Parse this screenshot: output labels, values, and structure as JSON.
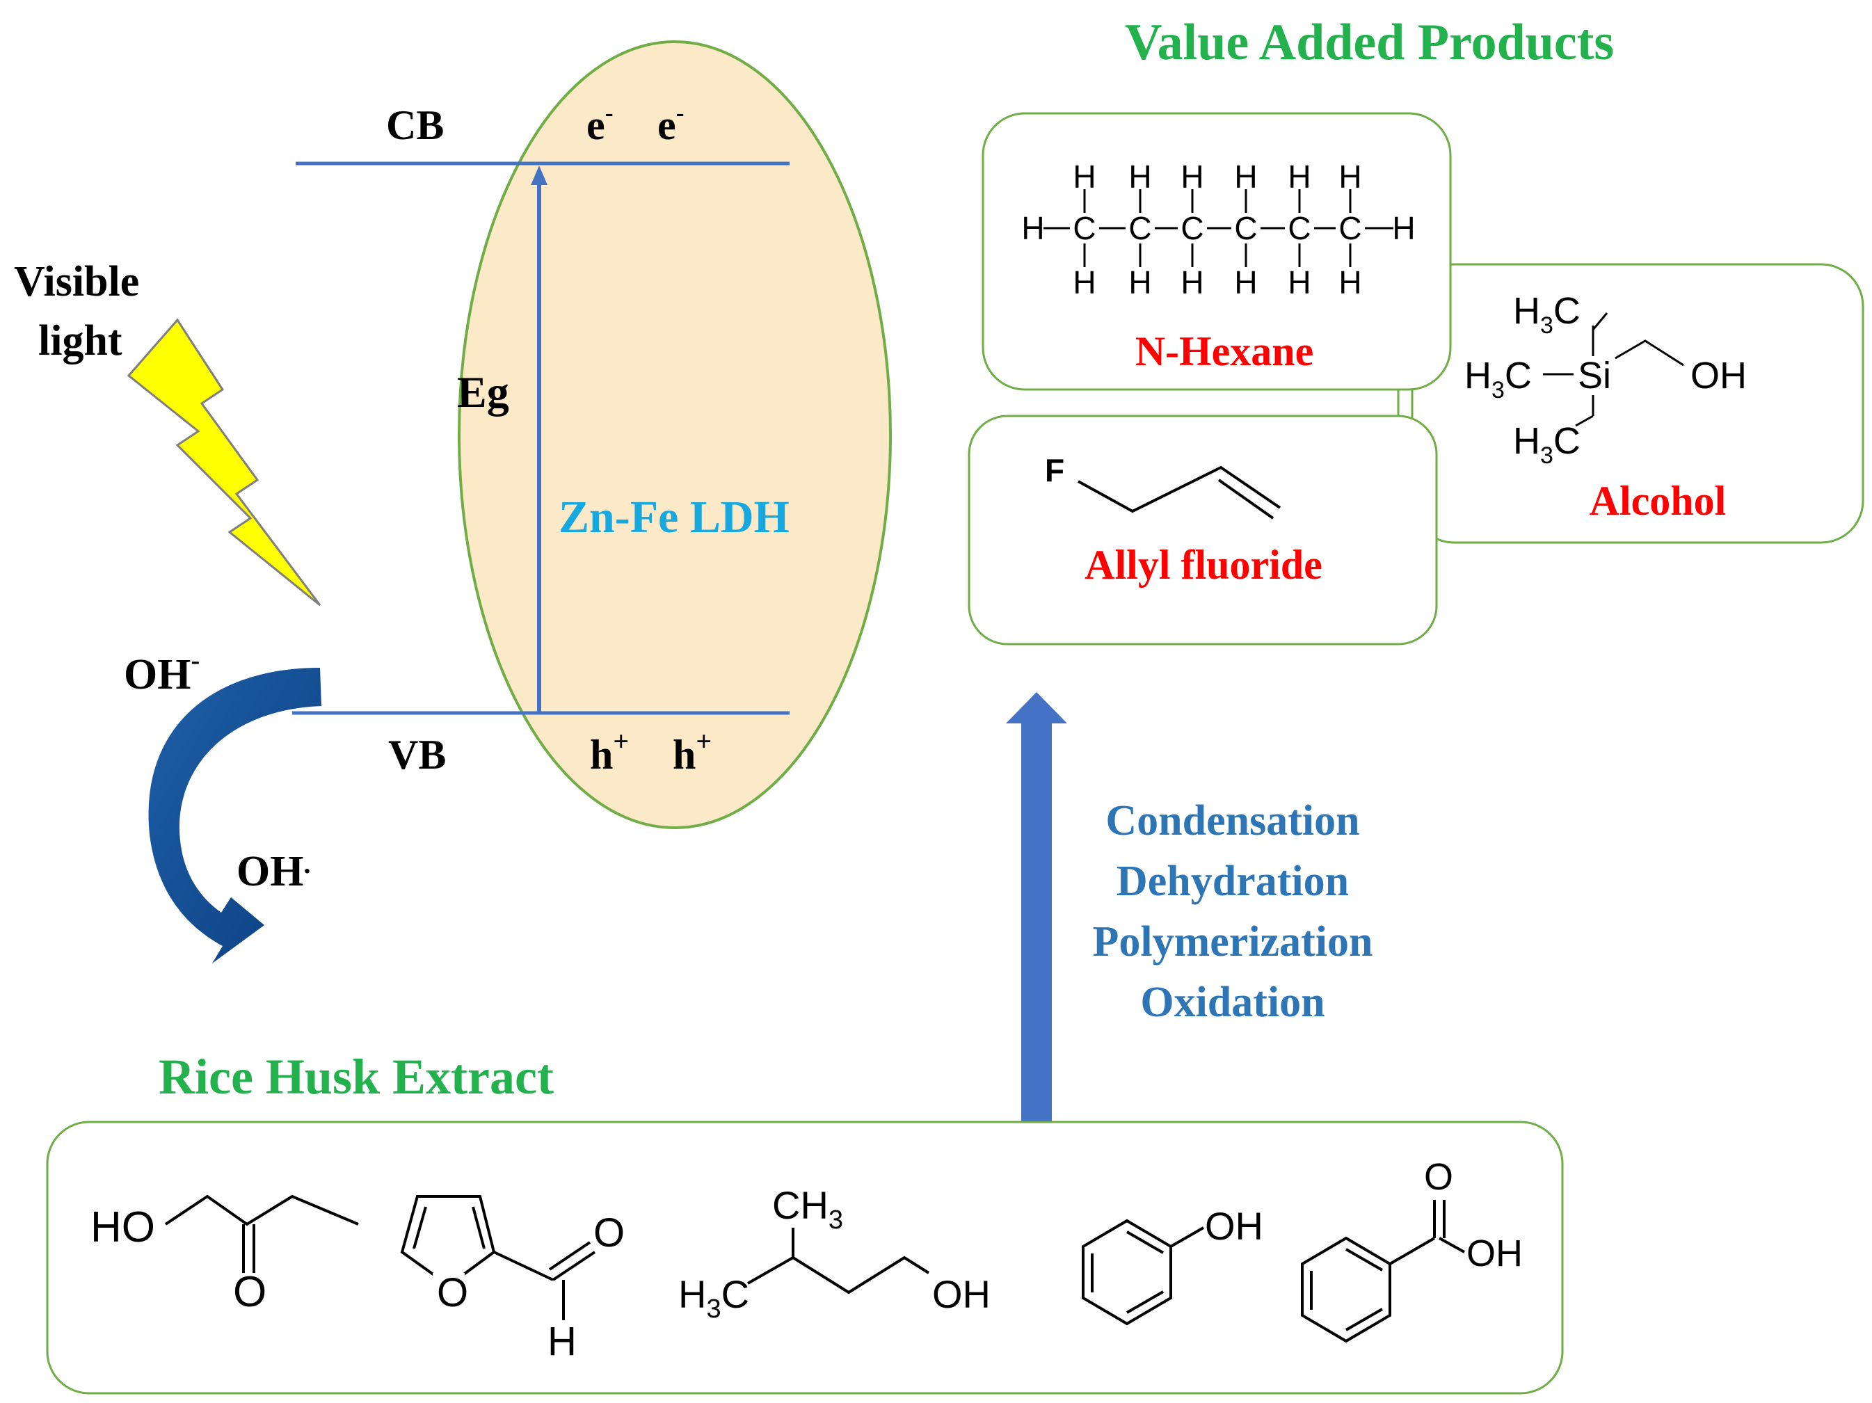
{
  "photocatalyst": {
    "cb_label": "CB",
    "vb_label": "VB",
    "electron": "e",
    "electron_sup": "-",
    "hole": "h",
    "hole_sup": "+",
    "eg_label": "Eg",
    "material": "Zn-Fe LDH"
  },
  "light": {
    "line1": "Visible",
    "line2": "light"
  },
  "hydroxyl": {
    "reactant": "OH",
    "reactant_sup": "-",
    "product": "OH",
    "product_sup": "."
  },
  "products": {
    "title": "Value Added Products",
    "nhexane_label": "N-Hexane",
    "allyl_label": "Allyl fluoride",
    "alcohol_label": "Alcohol"
  },
  "processes": [
    "Condensation",
    "Dehydration",
    "Polymerization",
    "Oxidation"
  ],
  "extract": {
    "title": "Rice Husk Extract"
  },
  "chem_text": {
    "H": "H",
    "C": "C",
    "F": "F",
    "O": "O",
    "HO": "HO",
    "OH": "OH",
    "Si": "Si",
    "H3": "H",
    "sub3": "3",
    "CH": "CH"
  },
  "colors": {
    "green_title": "#22b14c",
    "green_border": "#70ad47",
    "blue_text": "#2e75b6",
    "cyan_text": "#17a8e0",
    "red_text": "#ff0000",
    "band_line": "#4472c4",
    "ellipse_fill": "#fce9c8",
    "bolt_fill": "#ffff00",
    "arrow_blue": "#4472c4"
  }
}
